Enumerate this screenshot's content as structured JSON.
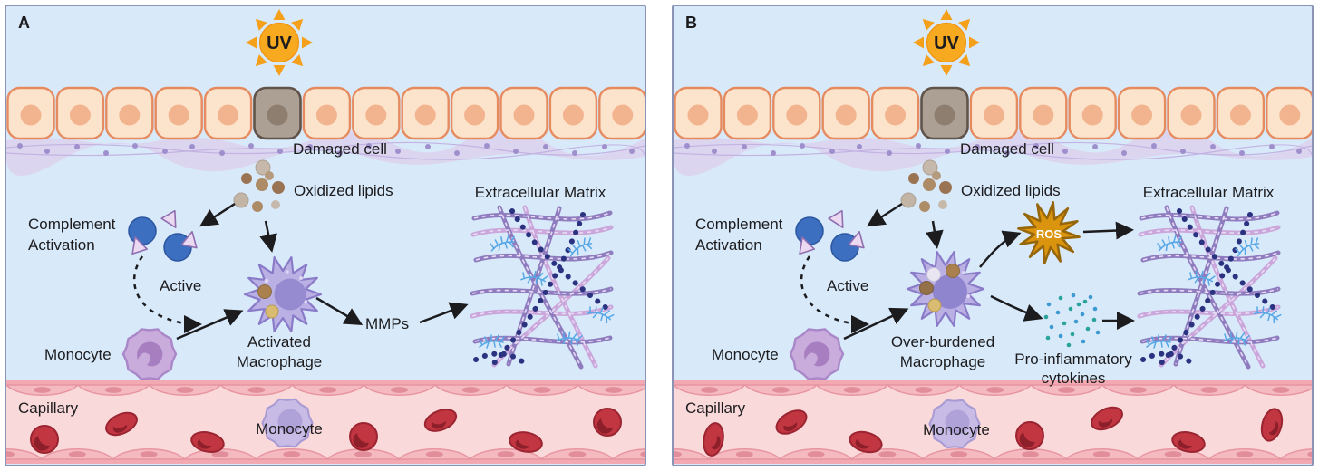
{
  "panels": [
    {
      "id": "A",
      "uv": "UV",
      "damaged_cell": "Damaged cell",
      "oxidized_lipids": "Oxidized lipids",
      "complement": [
        "Complement",
        "Activation"
      ],
      "active": "Active",
      "monocyte": "Monocyte",
      "macrophage": [
        "Activated",
        "Macrophage"
      ],
      "mmps": "MMPs",
      "ecm": "Extracellular Matrix",
      "capillary": "Capillary",
      "capillary_monocyte": "Monocyte"
    },
    {
      "id": "B",
      "uv": "UV",
      "damaged_cell": "Damaged cell",
      "oxidized_lipids": "Oxidized lipids",
      "complement": [
        "Complement",
        "Activation"
      ],
      "active": "Active",
      "monocyte": "Monocyte",
      "macrophage": [
        "Over-burdened",
        "Macrophage"
      ],
      "ros": "ROS",
      "cytokines": [
        "Pro-inflammatory",
        "cytokines"
      ],
      "ecm": "Extracellular Matrix",
      "capillary": "Capillary",
      "capillary_monocyte": "Monocyte"
    }
  ],
  "colors": {
    "panel_background": "#D8E9FA",
    "panel_border": "#8B93B6",
    "uv_sun": "#F6A41E",
    "skin_cell": "#FCE4CC",
    "skin_cell_border": "#E58B5F",
    "damaged_cell_fill": "#ACA094",
    "membrane": "#DCD3EF",
    "complement_blue": "#3C6FC0",
    "monocyte_purple": "#C9ABDC",
    "macrophage_purple": "#BBB0E4",
    "lipid_brown": "#A9804E",
    "ecm_purple": "#8F7CBE",
    "ecm_pink": "#CBA6DA",
    "ecm_beads": "#2B3280",
    "ecm_proteoglycan": "#57A7E7",
    "capillary_pink": "#FAD9DA",
    "rbc_red": "#C23642",
    "ros_gold": "#DB940E",
    "cytokine_blue": "#3D9AD1",
    "arrow_black": "#1C1C1E"
  }
}
